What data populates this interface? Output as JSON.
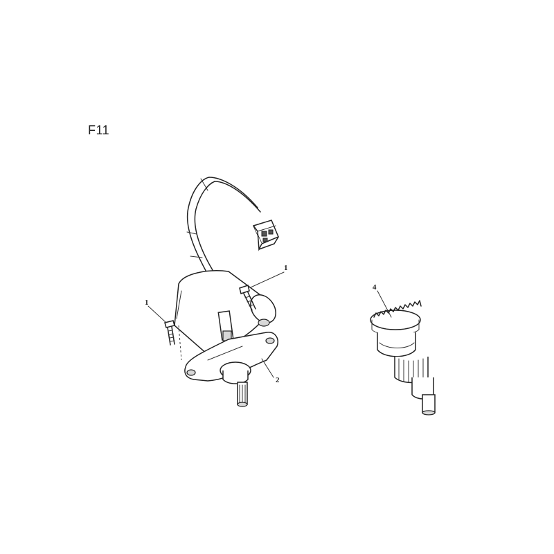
{
  "figure": {
    "label": "F11"
  },
  "callouts": {
    "bolt_left": "1",
    "bolt_right": "1",
    "starter_motor": "2",
    "starter_clutch": "4"
  }
}
